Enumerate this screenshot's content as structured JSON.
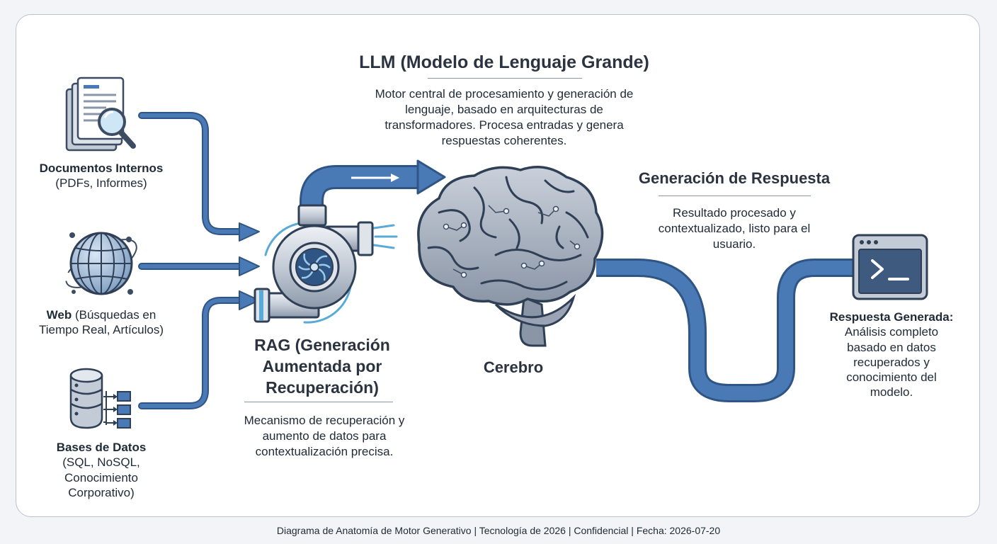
{
  "sources": {
    "documents": {
      "title": "Documentos Internos",
      "detail": "(PDFs, Informes)",
      "icon": "documents-search-icon"
    },
    "web": {
      "title": "Web",
      "detail_inline": "(Búsquedas en",
      "detail": "Tiempo Real, Artículos)",
      "icon": "globe-icon"
    },
    "databases": {
      "title": "Bases de Datos",
      "detail": [
        "(SQL, NoSQL,",
        "Conocimiento",
        "Corporativo)"
      ],
      "icon": "database-icon"
    }
  },
  "llm": {
    "title": "LLM (Modelo de Lenguaje Grande)",
    "description": [
      "Motor central de procesamiento y generación de",
      "lenguaje, basado en arquitecturas de",
      "transformadores. Procesa entradas y genera",
      "respuestas coherentes."
    ]
  },
  "rag": {
    "title": [
      "RAG (Generación",
      "Aumentada por",
      "Recuperación)"
    ],
    "description": [
      "Mecanismo de recuperación y",
      "aumento de datos para",
      "contextualización precisa."
    ],
    "icon": "turbocharger-icon"
  },
  "brain": {
    "label": "Cerebro",
    "icon": "brain-icon"
  },
  "generation": {
    "title": "Generación de Respuesta",
    "description": [
      "Resultado procesado y",
      "contextualizado, listo para el",
      "usuario."
    ]
  },
  "response": {
    "title": "Respuesta Generada:",
    "description": [
      "Análisis completo",
      "basado en datos",
      "recuperados y",
      "conocimiento del",
      "modelo."
    ],
    "icon": "terminal-icon"
  },
  "colors": {
    "flow": "#4a7ab5",
    "flow_dark": "#2f5585",
    "accent": "#5aaad8"
  },
  "footer": "Diagrama de Anatomía de Motor Generativo | Tecnología de 2026 | Confidencial | Fecha: 2026-07-20"
}
